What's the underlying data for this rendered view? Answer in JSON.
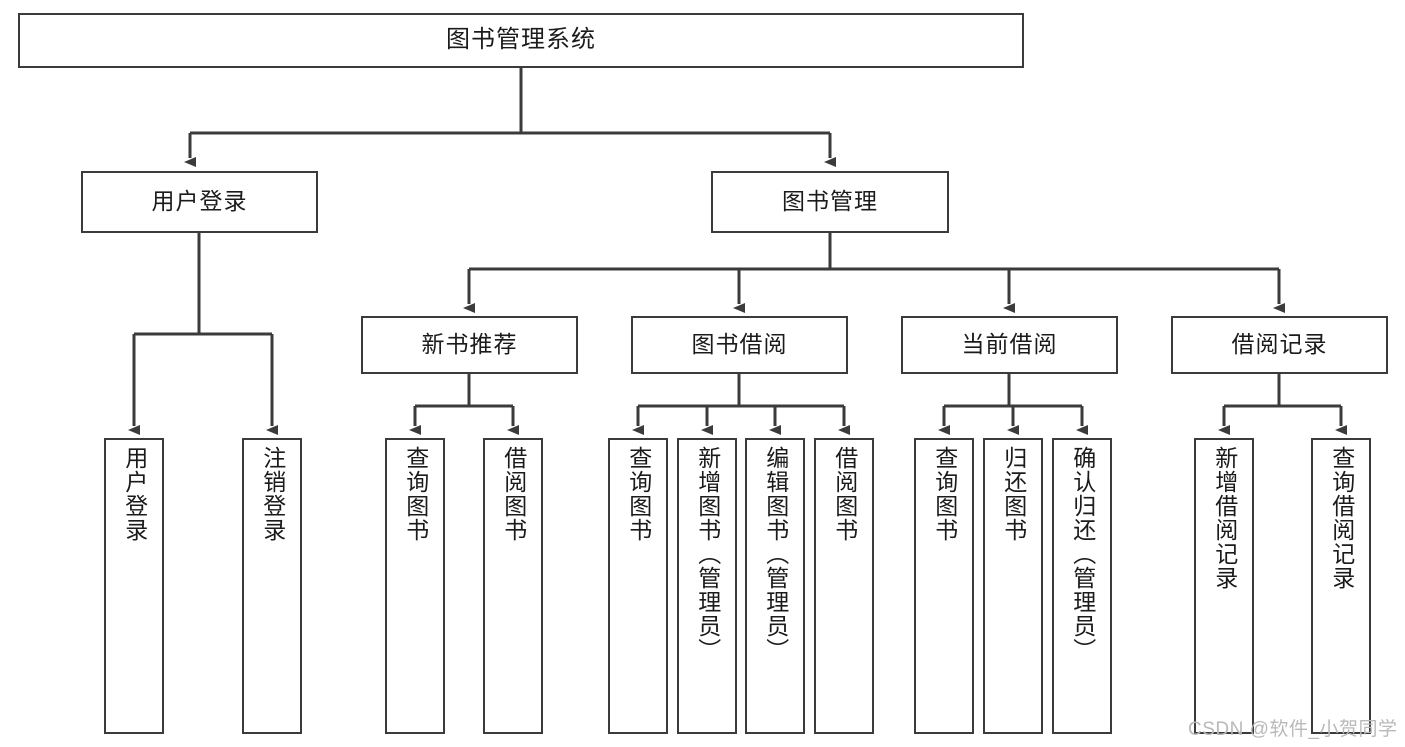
{
  "diagram": {
    "title": "图书管理系统",
    "root": {
      "label": "图书管理系统"
    },
    "level2": [
      {
        "label": "用户登录"
      },
      {
        "label": "图书管理"
      }
    ],
    "level3": [
      {
        "label": "新书推荐"
      },
      {
        "label": "图书借阅"
      },
      {
        "label": "当前借阅"
      },
      {
        "label": "借阅记录"
      }
    ],
    "leaves": {
      "user_login": [
        {
          "label": "用户登录"
        },
        {
          "label": "注销登录"
        }
      ],
      "new_book_recommend": [
        {
          "label": "查询图书"
        },
        {
          "label": "借阅图书"
        }
      ],
      "book_borrow": [
        {
          "label": "查询图书"
        },
        {
          "label": "新增图书（管理员）"
        },
        {
          "label": "编辑图书（管理员）"
        },
        {
          "label": "借阅图书"
        }
      ],
      "current_borrow": [
        {
          "label": "查询图书"
        },
        {
          "label": "归还图书"
        },
        {
          "label": "确认归还（管理员）"
        }
      ],
      "borrow_record": [
        {
          "label": "新增借阅记录"
        },
        {
          "label": "查询借阅记录"
        }
      ]
    }
  },
  "watermark": {
    "text": "CSDN @软件_小贺同学"
  },
  "colors": {
    "line": "#3b3b3b",
    "box_border": "#3b3b3b",
    "background": "#ffffff",
    "text": "#1b1b1b",
    "watermark": "#b9b9b9"
  }
}
